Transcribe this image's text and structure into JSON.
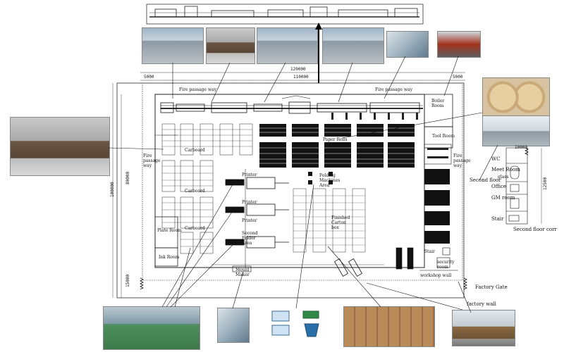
{
  "dimensions": {
    "overall_width": "120000",
    "inner_width": "110000",
    "left_margin": "5000",
    "right_margin": "5000",
    "overall_height": "100000",
    "inner_height": "80000",
    "bottom_height": "15000",
    "office_width": "10000",
    "office_height": "12500"
  },
  "labels": {
    "fire_passage_top": "Fire passage way",
    "fire_passage_top_right": "Fire passage way",
    "fire_passage_left": "Fire passage way",
    "fire_passage_right": "Fire passage way",
    "boiler_room": "Boiler Room",
    "tool_room": "Tool Room",
    "paper_rolls": "Paper Rolls",
    "carboard_1": "Carboard",
    "carboard_2": "Carboard",
    "carboard_3": "Carboard",
    "printer_1": "Printer",
    "printer_2": "Printer",
    "printer_3": "Printer",
    "folding_area": "Folding Machines Area",
    "finished_carton": "Finished Carton box",
    "second_folder": "Second Folder Area",
    "plate_room": "Plate Room",
    "ink_room": "Ink Room",
    "stair": "Stair",
    "security_room": "security room",
    "workshop_wall": "workshop wall",
    "mould_maker": "Mould Maker",
    "second_floor": "Second floor",
    "wc": "WC",
    "meet_room": "Meet Room",
    "office": "Office",
    "gm_room": "GM room",
    "stair_right": "Stair",
    "second_floor_corr": "Second floor corr",
    "factory_gate": "Factory Gate",
    "factory_wall": "factory wall",
    "glass": "glass"
  }
}
